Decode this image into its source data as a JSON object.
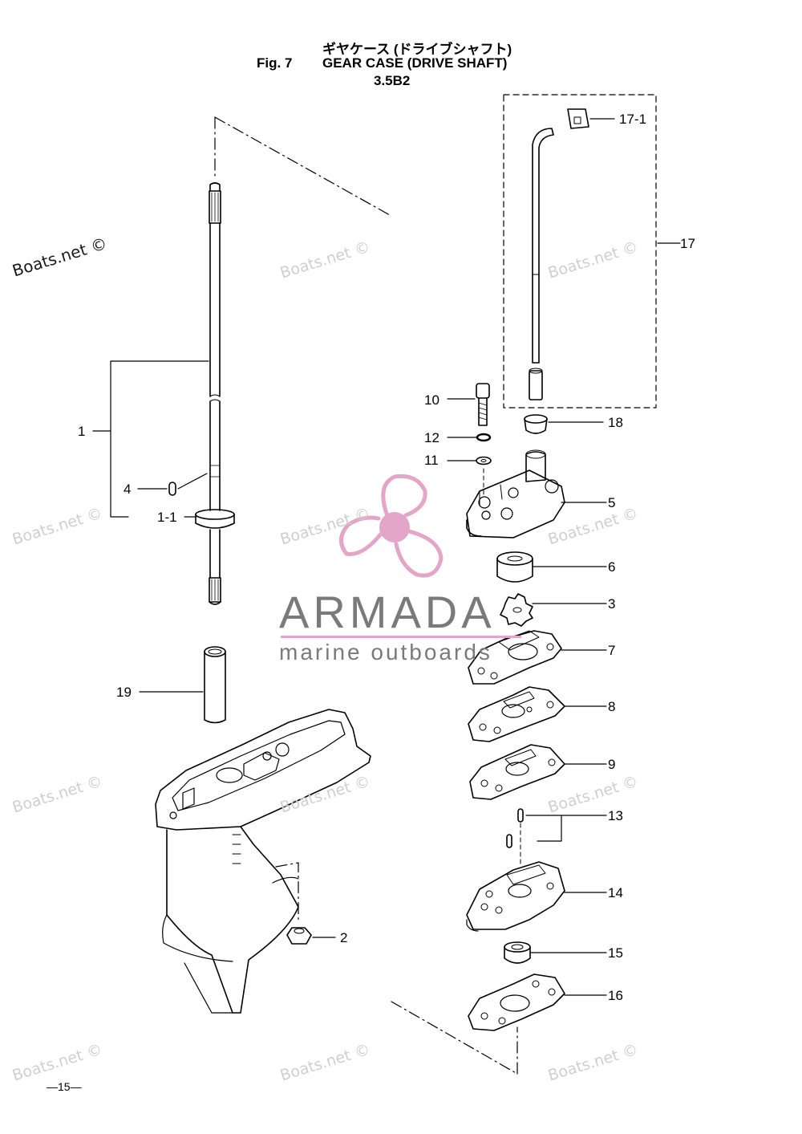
{
  "header": {
    "title_jp": "ギヤケース (ドライブシャフト)",
    "fig_label": "Fig. 7",
    "title_en": "GEAR CASE (DRIVE SHAFT)",
    "model": "3.5B2"
  },
  "callouts": {
    "c1": "1",
    "c1_1": "1-1",
    "c2": "2",
    "c3": "3",
    "c4": "4",
    "c5": "5",
    "c6": "6",
    "c7": "7",
    "c8": "8",
    "c9": "9",
    "c10": "10",
    "c11": "11",
    "c12": "12",
    "c13": "13",
    "c14": "14",
    "c15": "15",
    "c16": "16",
    "c17": "17",
    "c17_1": "17-1",
    "c18": "18",
    "c19": "19"
  },
  "watermark": {
    "text": "Boats.net ©"
  },
  "logo": {
    "name": "ARMADA",
    "tagline": "marine outboards",
    "color": "#e3a6c8"
  },
  "page_number": "—15—"
}
